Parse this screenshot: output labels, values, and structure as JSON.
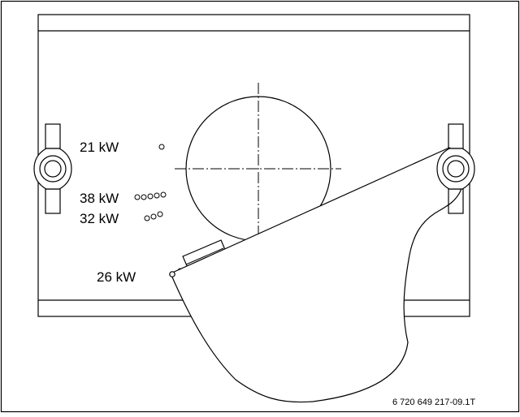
{
  "labels": {
    "kw21": "21 kW",
    "kw38": "38 kW",
    "kw32": "32 kW",
    "kw26": "26 kW"
  },
  "part_number": "6 720 649 217-09.1T",
  "colors": {
    "line": "#000000",
    "background": "#ffffff"
  }
}
